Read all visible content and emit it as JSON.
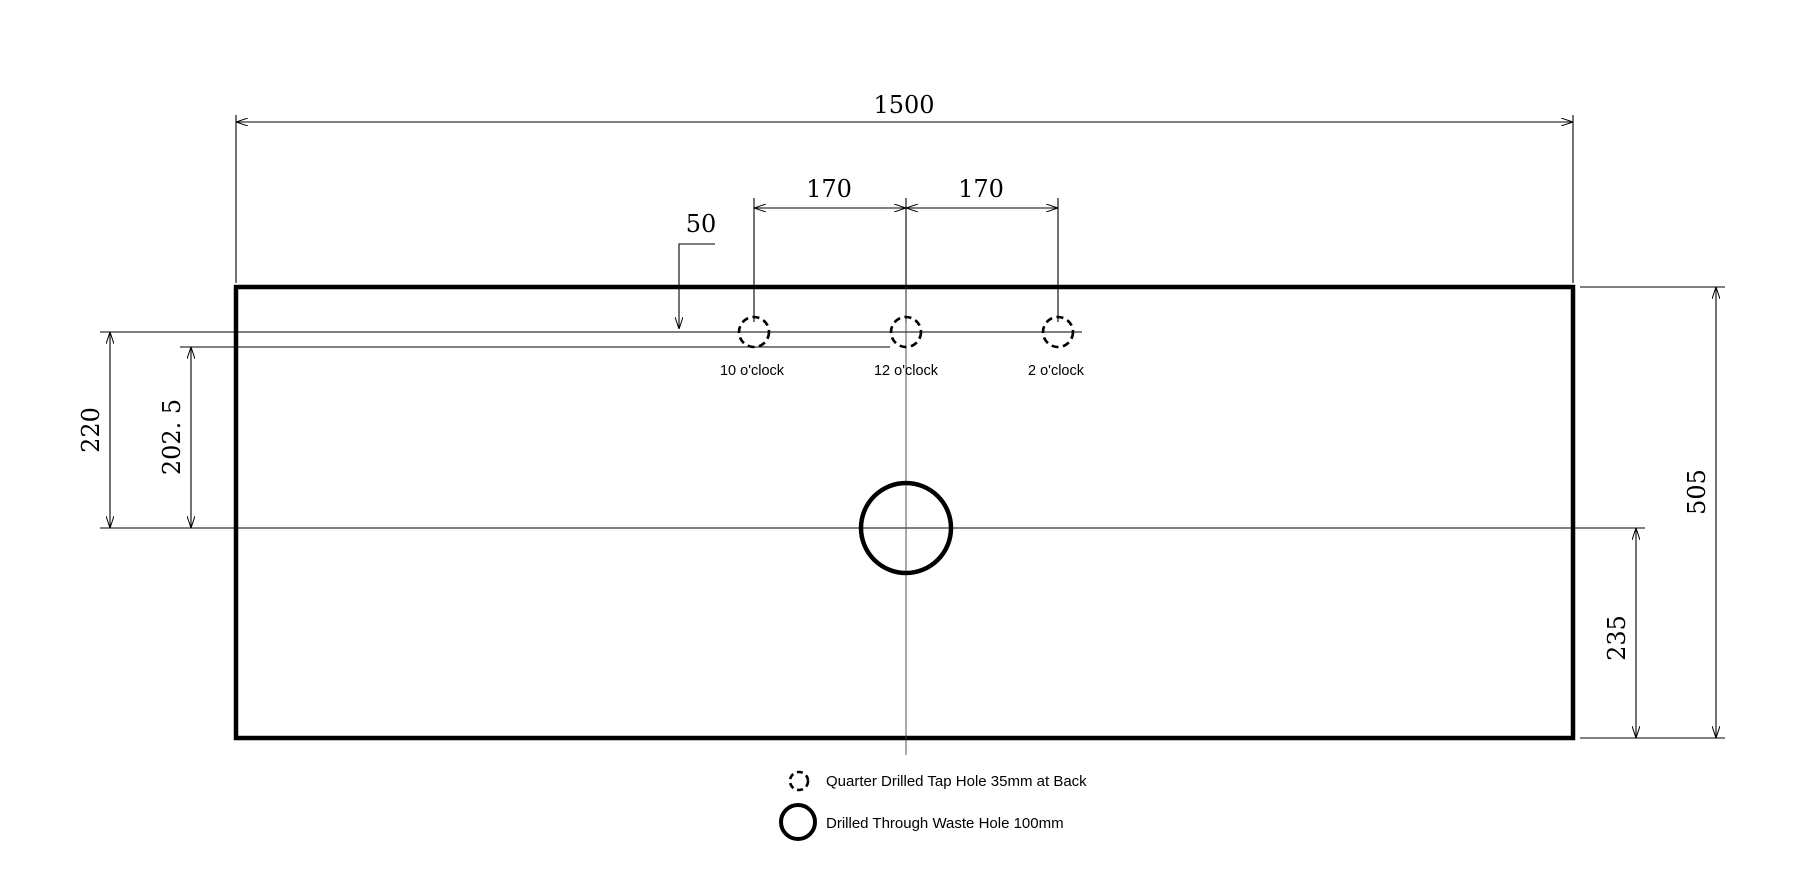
{
  "dimensions": {
    "overall_width": "1500",
    "tap_spacing_left": "170",
    "tap_spacing_right": "170",
    "tap_offset_from_back": "50",
    "tap_to_waste_centre": "220",
    "tap_edge_to_waste_centre": "202. 5",
    "overall_depth": "505",
    "waste_centre_from_front": "235"
  },
  "taps": [
    {
      "label": "10 o'clock"
    },
    {
      "label": "12 o'clock"
    },
    {
      "label": "2 o'clock"
    }
  ],
  "legend": {
    "tap_hole": "Quarter Drilled Tap Hole 35mm at Back",
    "waste_hole": "Drilled Through Waste Hole 100mm"
  }
}
